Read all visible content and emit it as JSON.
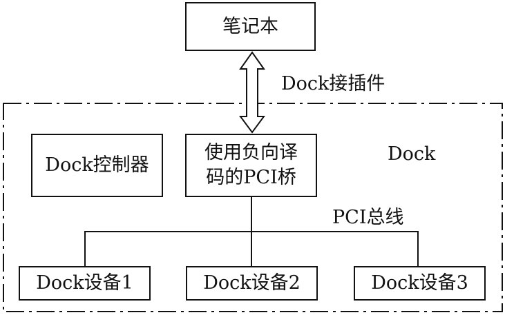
{
  "nodes": {
    "laptop": "笔记本",
    "dock_controller": "Dock控制器",
    "bridge_line1": "使用负向译",
    "bridge_line2": "码的PCI桥",
    "device1": "Dock设备1",
    "device2": "Dock设备2",
    "device3": "Dock设备3"
  },
  "labels": {
    "connector": "Dock接插件",
    "dock": "Dock",
    "pci_bus": "PCI总线"
  }
}
